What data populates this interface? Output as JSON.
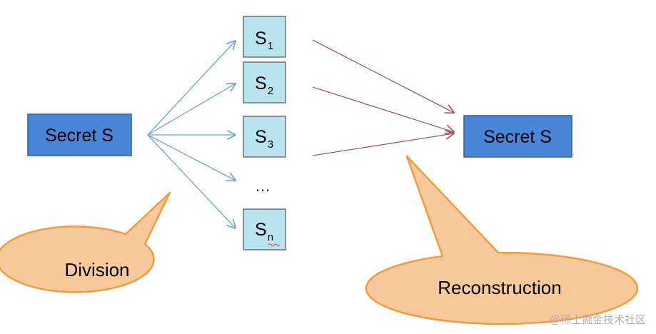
{
  "secret_box": {
    "label": "Secret S"
  },
  "shares": [
    {
      "base": "S",
      "sub": "1"
    },
    {
      "base": "S",
      "sub": "2"
    },
    {
      "base": "S",
      "sub": "3"
    },
    {
      "base": "S",
      "sub": "n"
    }
  ],
  "ellipsis": "…",
  "reconstructed_box": {
    "label": "Secret S"
  },
  "callouts": {
    "division": "Division",
    "reconstruction": "Reconstruction"
  },
  "watermark": "@稀土掘金技术社区",
  "colors": {
    "secret_fill": "#4a86d8",
    "secret_border": "#2f5f9e",
    "share_fill": "#b9e3ee",
    "share_border": "#555555",
    "division_arrow": "#6fa2de",
    "reconstruction_arrow": "#9e5b5f",
    "callout_fill": "#f8c99a",
    "callout_border": "#f19a3e"
  }
}
